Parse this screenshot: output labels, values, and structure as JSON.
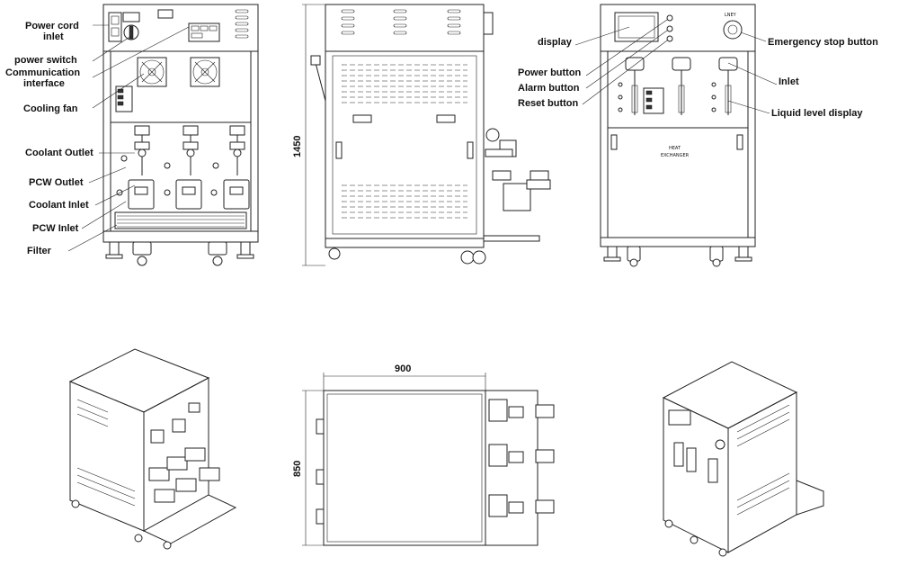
{
  "front_labels": {
    "power_cord_inlet_1": "Power cord",
    "power_cord_inlet_2": "inlet",
    "power_switch": "power switch",
    "communication_interface_1": "Communication",
    "communication_interface_2": "interface",
    "cooling_fan": "Cooling fan",
    "coolant_outlet": "Coolant Outlet",
    "pcw_outlet": "PCW Outlet",
    "coolant_inlet": "Coolant Inlet",
    "pcw_inlet": "PCW Inlet",
    "filter": "Filter"
  },
  "side_labels": {
    "height": "1450"
  },
  "rear_labels": {
    "display": "display",
    "power_button": "Power button",
    "alarm_button": "Alarm button",
    "reset_button": "Reset button",
    "emergency_stop_button": "Emergency stop button",
    "inlet": "Inlet",
    "liquid_level_display": "Liquid level display",
    "heat_exchanger_1": "HEAT",
    "heat_exchanger_2": "EXCHANGER",
    "brand": "LNEY"
  },
  "top_view_labels": {
    "width": "900",
    "depth": "850"
  }
}
